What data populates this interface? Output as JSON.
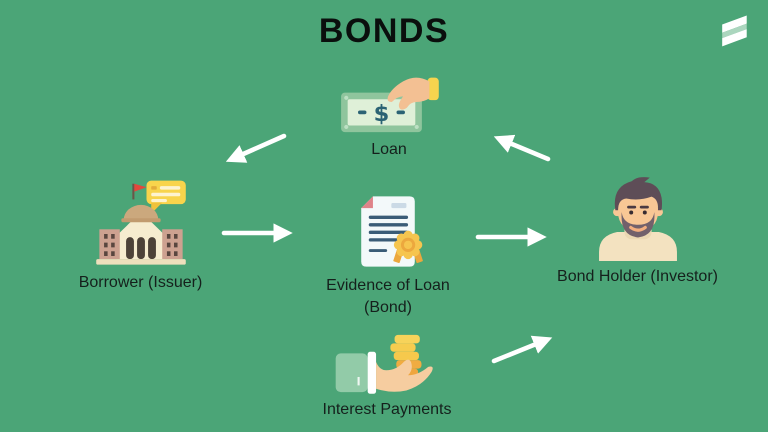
{
  "title": "BONDS",
  "theme": {
    "background": "#4BA577",
    "title_color": "#0A0F0D",
    "label_color": "#15201C",
    "arrow_color": "#FFFFFF",
    "logo_color": "#FFFFFF",
    "gold": "#F6C94C",
    "skin": "#F6C89B",
    "note_green": "#DFF0D8"
  },
  "nodes": {
    "loan": {
      "label": "Loan",
      "icon": "cash-in-hand-icon"
    },
    "borrower": {
      "label": "Borrower (Issuer)",
      "icon": "bank-building-icon"
    },
    "evidence": {
      "label_line1": "Evidence of Loan",
      "label_line2": "(Bond)",
      "icon": "bond-certificate-icon"
    },
    "holder": {
      "label": "Bond Holder (Investor)",
      "icon": "investor-avatar-icon"
    },
    "interest": {
      "label": "Interest Payments",
      "icon": "coins-in-hand-icon"
    }
  },
  "flows": [
    {
      "from": "Loan",
      "to": "Borrower (Issuer)"
    },
    {
      "from": "Bond Holder (Investor)",
      "to": "Loan"
    },
    {
      "from": "Borrower (Issuer)",
      "to": "Evidence of Loan (Bond)"
    },
    {
      "from": "Evidence of Loan (Bond)",
      "to": "Bond Holder (Investor)"
    },
    {
      "from": "Interest Payments",
      "to": "Bond Holder (Investor)"
    }
  ]
}
